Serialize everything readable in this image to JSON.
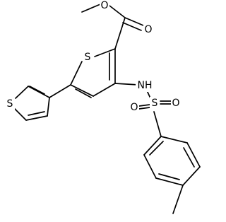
{
  "molecule": {
    "atoms": {
      "ester_O": "O",
      "carbonyl_O": "O",
      "thiophene_S": "S",
      "thienyl_S": "S",
      "amine_NH": "NH",
      "sulfonyl_S": "S",
      "sulfonyl_O_left": "O",
      "sulfonyl_O_right": "O"
    }
  }
}
